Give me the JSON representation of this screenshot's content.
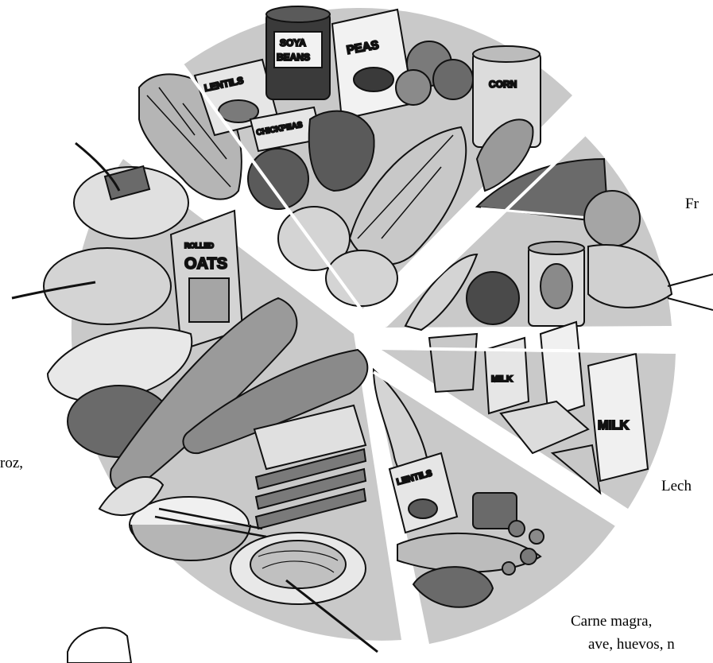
{
  "labels": {
    "fruit_partial": "Fr",
    "dairy_partial": "Lech",
    "grains_partial": "roz,",
    "meat_line1": "Carne magra,",
    "meat_line2": "ave, huevos, n"
  },
  "package_text": {
    "lentils_top": "LENTILS",
    "soya_line1": "SOYA",
    "soya_line2": "BEANS",
    "peas": "PEAS",
    "chickpeas": "CHICKPEAS",
    "corn": "CORN",
    "oats_small": "ROLLED",
    "oats": "OATS",
    "milk_small": "MILK",
    "milk_large": "MILK",
    "lentils_bottom": "LENTILS"
  },
  "colors": {
    "segment_fill": "#c9c9c9",
    "food_fill": "#bdbdbd",
    "dark_fill": "#4a4a4a",
    "outline": "#111111"
  }
}
